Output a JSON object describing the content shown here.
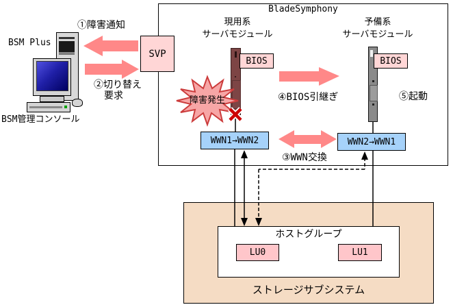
{
  "colors": {
    "arrow_pink": "#ff8888",
    "box_pink": "#ffd6d6",
    "lu_pink": "#ffc6ca",
    "wwn_blue": "#a6d2fa",
    "storage_peach": "#f5dcc4",
    "blade_active": "#7d4545",
    "blade_standby": "#8a8a8a",
    "failure_red": "#cc0000"
  },
  "management": {
    "name": "BSM Plus",
    "caption": "BSM管理コンソール"
  },
  "svp": {
    "label": "SVP"
  },
  "blade_symphony": {
    "title": "BladeSymphony",
    "active_module": {
      "name_line1": "現用系",
      "name_line2": "サーバモジュール",
      "bios": "BIOS",
      "wwn": "WWN1→WWN2",
      "failure": "障害発生"
    },
    "standby_module": {
      "name_line1": "予備系",
      "name_line2": "サーバモジュール",
      "bios": "BIOS",
      "wwn": "WWN2→WWN1"
    }
  },
  "steps": {
    "s1": "①障害通知",
    "s2_line1": "②切り替え",
    "s2_line2": "要求",
    "s3": "③WWN交換",
    "s4": "④BIOS引継ぎ",
    "s5": "⑤起動"
  },
  "storage": {
    "label": "ストレージサブシステム",
    "host_group": {
      "label": "ホストグループ",
      "lu0": "LU0",
      "lu1": "LU1"
    }
  }
}
